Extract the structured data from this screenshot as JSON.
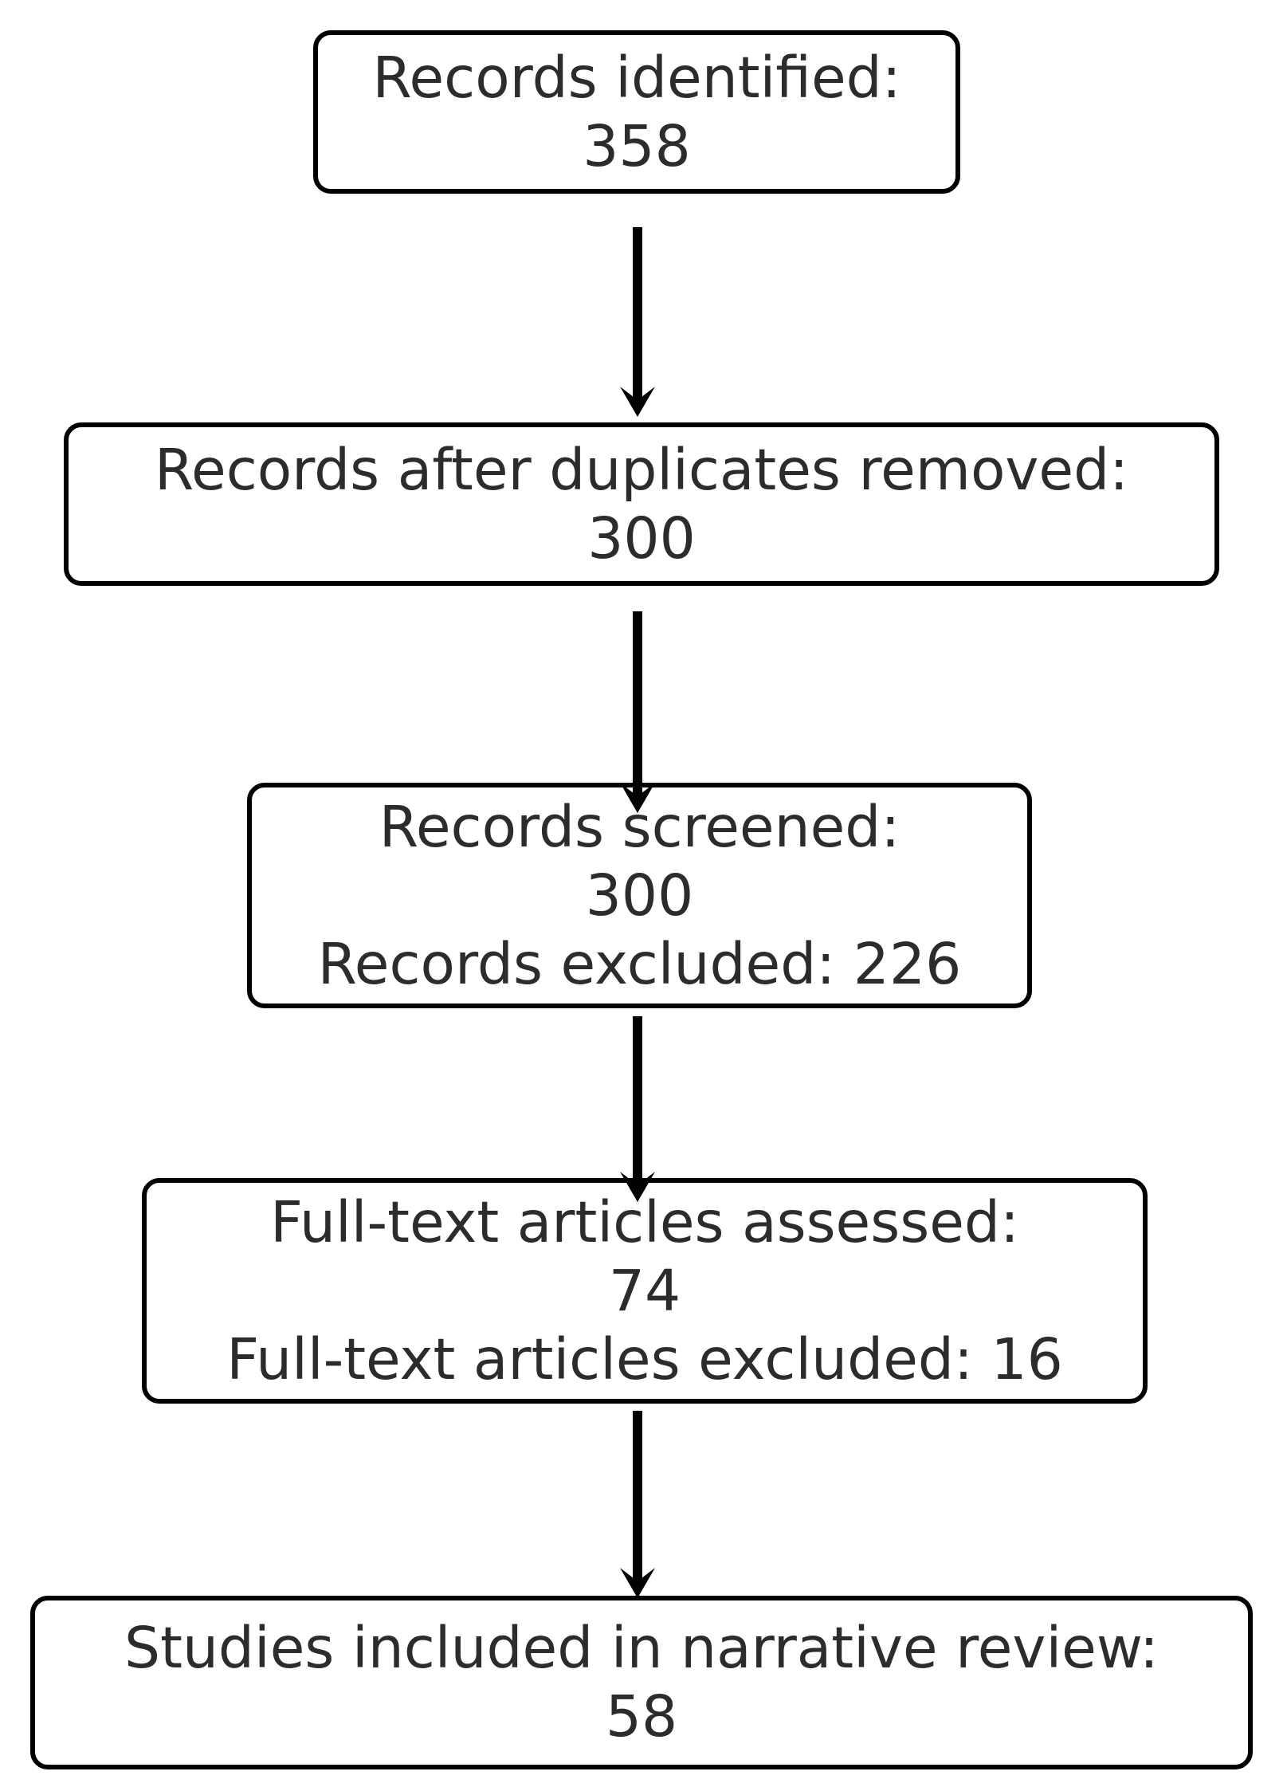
{
  "diagram": {
    "type": "flowchart",
    "description": "Study selection flow diagram",
    "colors": {
      "background": "#ffffff",
      "box_fill": "#ffffff",
      "box_border": "#000000",
      "text": "#2c2c2c",
      "arrow": "#000000"
    },
    "boxes": [
      {
        "name": "records-identified",
        "lines": [
          "Records identified:",
          "358"
        ]
      },
      {
        "name": "records-after-duplicates-removed",
        "lines": [
          "Records after duplicates removed:",
          "300"
        ]
      },
      {
        "name": "records-screened",
        "lines": [
          "Records screened:",
          "300",
          "Records excluded: 226"
        ]
      },
      {
        "name": "full-text-articles-assessed",
        "lines": [
          "Full-text articles assessed:",
          "74",
          "Full-text articles excluded: 16"
        ]
      },
      {
        "name": "studies-included-in-narrative-review",
        "lines": [
          "Studies included in narrative review:",
          "58"
        ]
      }
    ],
    "arrows": [
      {
        "name": "arrow-identified-to-deduplicated",
        "direction": "down"
      },
      {
        "name": "arrow-deduplicated-to-screened",
        "direction": "down"
      },
      {
        "name": "arrow-screened-to-fulltext",
        "direction": "down"
      },
      {
        "name": "arrow-fulltext-to-included",
        "direction": "down"
      }
    ]
  }
}
